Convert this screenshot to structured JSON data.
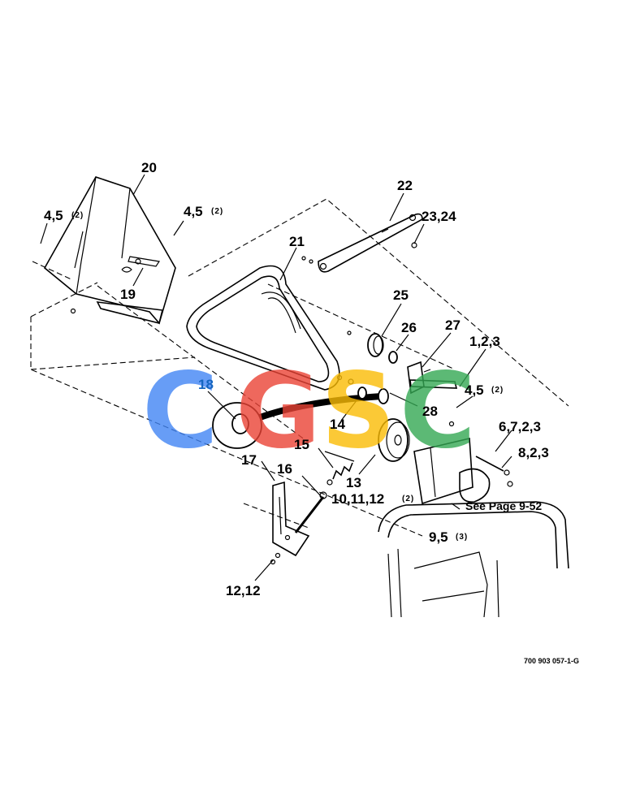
{
  "callouts": {
    "c20": "20",
    "c45_top_left": "4,5",
    "c45_top_left_qty": "(2)",
    "c45_top_mid": "4,5",
    "c45_top_mid_qty": "(2)",
    "c19": "19",
    "c22": "22",
    "c2324": "23,24",
    "c21": "21",
    "c25": "25",
    "c26": "26",
    "c27": "27",
    "c123": "1,2,3",
    "c45_right": "4,5",
    "c45_right_qty": "(2)",
    "c18": "18",
    "c28": "28",
    "c14": "14",
    "c15": "15",
    "c6723": "6,7,2,3",
    "c823": "8,2,3",
    "c17": "17",
    "c16": "16",
    "c13": "13",
    "c101112": "10,11,12",
    "c101112_qty": "(2)",
    "c95": "9,5",
    "c95_qty": "(3)",
    "c1212": "12,12"
  },
  "reference_note": "See Page 9-52",
  "drawing_code": "700 903 057-1-G",
  "watermark": {
    "letters": [
      "C",
      "G",
      "S",
      "C"
    ],
    "colors": [
      "#4285f4",
      "#ea4335",
      "#fbbc05",
      "#34a853"
    ]
  }
}
